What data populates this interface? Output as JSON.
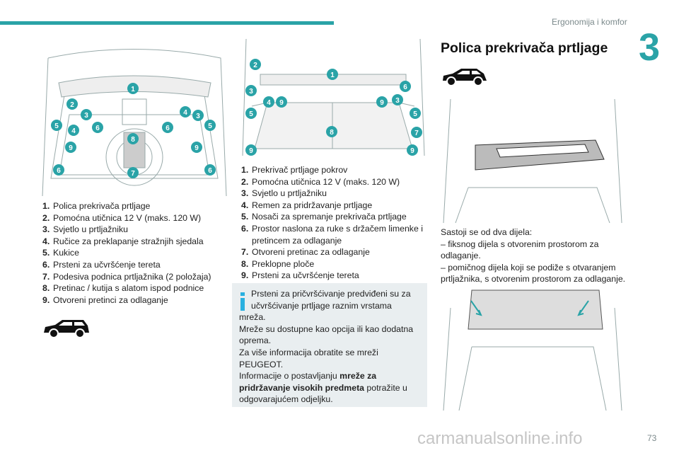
{
  "header": {
    "section": "Ergonomija i komfor",
    "chapter": "3"
  },
  "left": {
    "callouts": [
      "1",
      "2",
      "3",
      "5",
      "4",
      "6",
      "6",
      "4",
      "3",
      "5",
      "8",
      "9",
      "9",
      "6",
      "7",
      "6"
    ],
    "items": [
      {
        "n": "1.",
        "t": "Polica prekrivača prtljage"
      },
      {
        "n": "2.",
        "t": "Pomoćna utičnica 12 V (maks. 120 W)"
      },
      {
        "n": "3.",
        "t": "Svjetlo u prtljažniku"
      },
      {
        "n": "4.",
        "t": "Ručice za preklapanje stražnjih sjedala"
      },
      {
        "n": "5.",
        "t": "Kukice"
      },
      {
        "n": "6.",
        "t": "Prsteni za učvršćenje tereta"
      },
      {
        "n": "7.",
        "t": "Podesiva podnica prtljažnika (2 položaja)"
      },
      {
        "n": "8.",
        "t": "Pretinac / kutija s alatom ispod podnice"
      },
      {
        "n": "9.",
        "t": "Otvoreni pretinci za odlaganje"
      }
    ]
  },
  "middle": {
    "callouts": [
      "2",
      "1",
      "3",
      "4",
      "9",
      "5",
      "6",
      "3",
      "9",
      "5",
      "8",
      "7",
      "9",
      "9"
    ],
    "items": [
      {
        "n": "1.",
        "t": "Prekrivač prtljage pokrov"
      },
      {
        "n": "2.",
        "t": "Pomoćna utičnica 12 V (maks. 120 W)"
      },
      {
        "n": "3.",
        "t": "Svjetlo u prtljažniku"
      },
      {
        "n": "4.",
        "t": "Remen za pridržavanje prtljage"
      },
      {
        "n": "5.",
        "t": "Nosači za spremanje prekrivača prtljage"
      },
      {
        "n": "6.",
        "t": "Prostor naslona za ruke s držačem limenke i pretincem za odlaganje"
      },
      {
        "n": "7.",
        "t": "Otvoreni pretinac za odlaganje"
      },
      {
        "n": "8.",
        "t": "Preklopne ploče"
      },
      {
        "n": "9.",
        "t": "Prsteni za učvršćenje tereta"
      }
    ],
    "info": {
      "p1": "Prsteni za pričvršćivanje predviđeni su za učvršćivanje prtljage raznim vrstama mreža.",
      "p2": "Mreže su dostupne kao opcija ili kao dodatna oprema.",
      "p3": "Za više informacija obratite se mreži PEUGEOT.",
      "p4a": "Informacije o postavljanju ",
      "p4b": "mreže za pridržavanje visokih predmeta",
      "p4c": " potražite u odgovarajućem odjeljku."
    }
  },
  "right": {
    "title": "Polica prekrivača prtljage",
    "intro": "Sastoji se od dva dijela:",
    "bullet1": "–  fiksnog dijela s otvorenim prostorom za odlaganje.",
    "bullet2": "–  pomičnog dijela koji se podiže s otvaranjem prtljažnika, s otvorenim prostorom za odlaganje."
  },
  "footer": {
    "page": "73",
    "watermark": "carmanualsonline.info"
  },
  "colors": {
    "accent": "#2aa3a7",
    "info_bg": "#e9eef0",
    "info_icon": "#29b0e0"
  }
}
